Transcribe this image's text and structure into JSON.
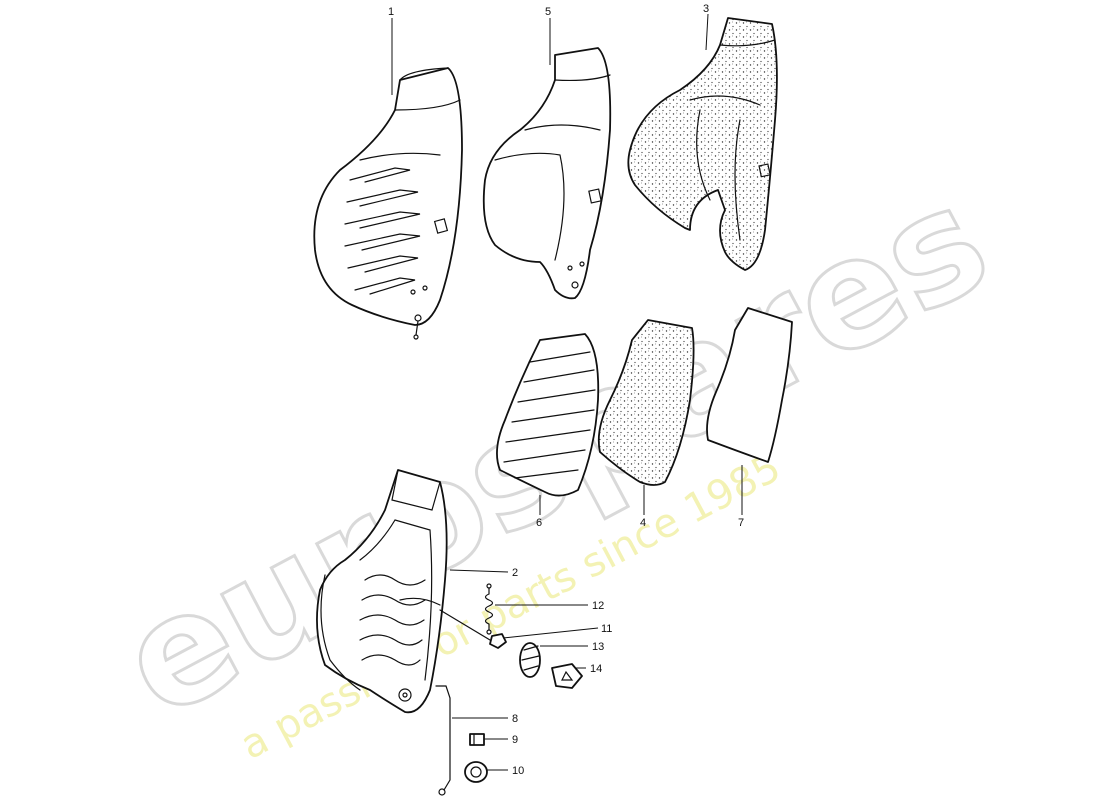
{
  "watermark": {
    "brand": "eurospares",
    "tagline": "a passion for parts since 1985",
    "brand_color": "#d9d9d9",
    "tagline_color": "#f2f0a8"
  },
  "callouts": {
    "c1": "1",
    "c2": "2",
    "c3": "3",
    "c4": "4",
    "c5": "5",
    "c6": "6",
    "c7": "7",
    "c8": "8",
    "c9": "9",
    "c10": "10",
    "c11": "11",
    "c12": "12",
    "c13": "13",
    "c14": "14"
  },
  "colors": {
    "line": "#111111",
    "foam_dots": "#333333",
    "background": "#ffffff"
  }
}
